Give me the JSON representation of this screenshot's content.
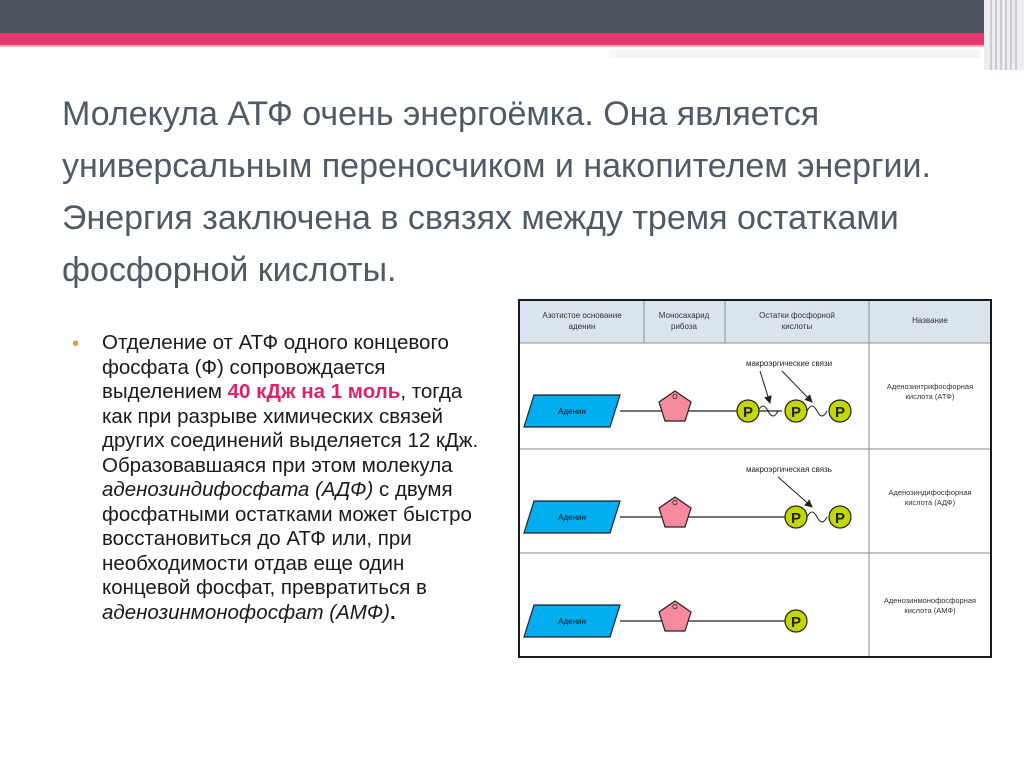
{
  "title": "Молекула АТФ очень энергоёмка. Она является универсальным переносчиком и накопителем энергии. Энергия заключена в связях между тремя остатками фосфорной кислоты.",
  "body": {
    "p1": "Отделение от АТФ одного концевого фосфата (Ф) сопровождается выделением ",
    "highlight": "40 кДж на 1 моль",
    "p2": ", тогда как при разрыве химических связей других соединений выделяется 12 кДж. Образовавшаяся при этом молекула ",
    "adf_italic": "аденозиндифосфата (АДФ)",
    "p3": " с двумя фосфатными остатками может быстро восстановиться до АТФ или, при необходимости отдав еще один концевой фосфат, превратиться в ",
    "amf_italic": "аденозинмонофосфат (АМФ)",
    "p4": "."
  },
  "diagram": {
    "headers": {
      "col1": [
        "Азотистое основание",
        "аденин"
      ],
      "col2": [
        "Моносахарид",
        "рибоза"
      ],
      "col3": [
        "Остатки фосфорной",
        "кислоты"
      ],
      "col4": [
        "Название"
      ]
    },
    "adenine_label": "Аденин",
    "ribose_label": "O",
    "phosphate_label": "P",
    "rows": [
      {
        "annotation": "макроэргические связи",
        "name": [
          "Аденозинтрифосфорная",
          "кислота (АТФ)"
        ]
      },
      {
        "annotation": "макроэргическая связь",
        "name": [
          "Аденозиндифосфорная",
          "кислота (АДФ)"
        ]
      },
      {
        "annotation": "",
        "name": [
          "Аденозинмонофосфорная",
          "кислота (АМФ)"
        ]
      }
    ],
    "colors": {
      "adenine": "#00aeef",
      "ribose": "#f58a9c",
      "phosphate": "#c4d600",
      "header_bg": "#d9e4ee"
    }
  }
}
